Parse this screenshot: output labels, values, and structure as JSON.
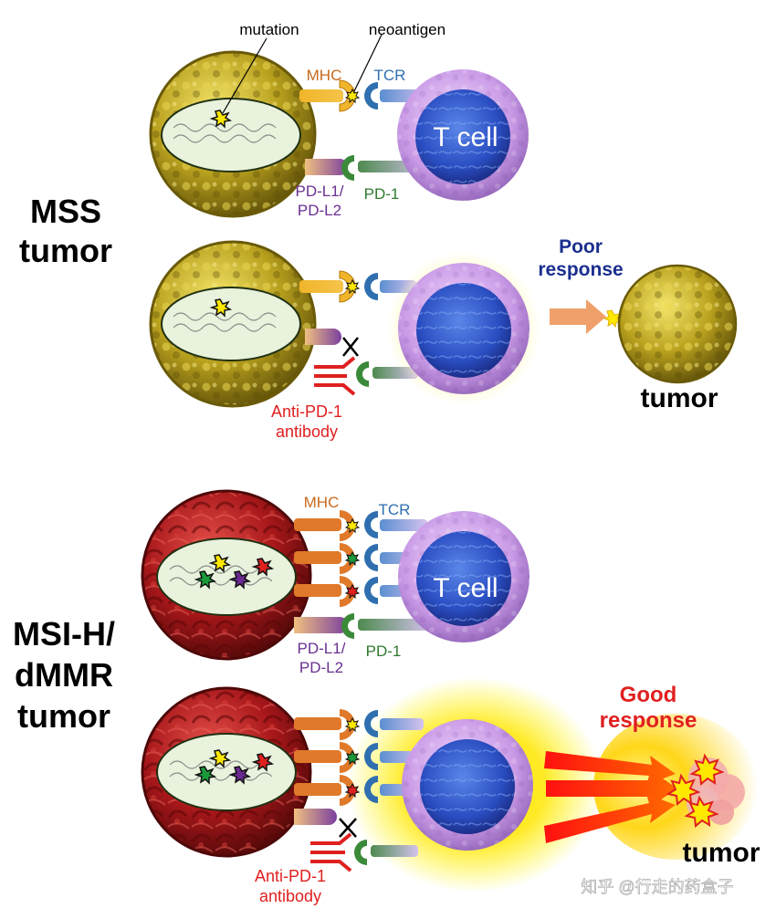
{
  "labels": {
    "mutation": "mutation",
    "neoantigen": "neoantigen",
    "mhc": "MHC",
    "tcr": "TCR",
    "tcell": "T cell",
    "pdl1": "PD-L1/",
    "pdl2": "PD-L2",
    "pd1": "PD-1",
    "anti1": "Anti-PD-1",
    "anti2": "antibody",
    "tumor": "tumor"
  },
  "mss": {
    "group1": "MSS",
    "group2": "tumor",
    "response1": "Poor",
    "response2": "response"
  },
  "msi": {
    "group1": "MSI-H/",
    "group2": "dMMR",
    "group3": "tumor",
    "response1": "Good",
    "response2": "response"
  },
  "watermark": "知乎 @行走的药盒子",
  "colors": {
    "mss_tumor": "#b7a21c",
    "msi_tumor": "#a81a1a",
    "mhc": "#e07a2a",
    "mhc_mss": "#f0b52a",
    "tcr": "#2f6fb0",
    "pdl": "#7a3fa0",
    "pd1": "#3a8a3a",
    "antibody": "#e02020",
    "poor_response": "#1a2f8f",
    "good_response": "#e02020",
    "nucleus": "#e8f2dc"
  }
}
